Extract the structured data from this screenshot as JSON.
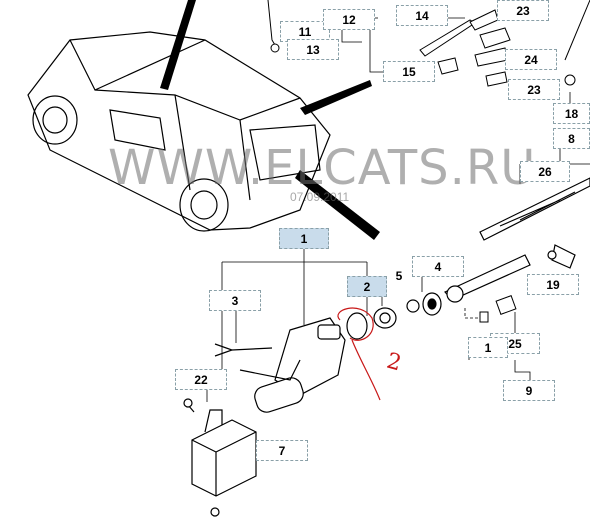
{
  "watermark": {
    "text": "WWW.ELCATS.RU",
    "date": "07.09.2011"
  },
  "callouts": {
    "c1": "1",
    "c2": "2",
    "c3": "3",
    "c4": "4",
    "c5": "5",
    "c7": "7",
    "c8": "8",
    "c9": "9",
    "c11": "11",
    "c12": "12",
    "c13": "13",
    "c14": "14",
    "c15": "15",
    "c18": "18",
    "c19": "19",
    "c22": "22",
    "c23a": "23",
    "c23b": "23",
    "c24": "24",
    "c25": "25",
    "c26": "26",
    "c1b": "1"
  },
  "annotation": {
    "handwritten": "2"
  },
  "colors": {
    "line": "#000000",
    "callout_border": "#8aa0a8",
    "highlight": "#c9dceb",
    "pen": "#c81818"
  }
}
